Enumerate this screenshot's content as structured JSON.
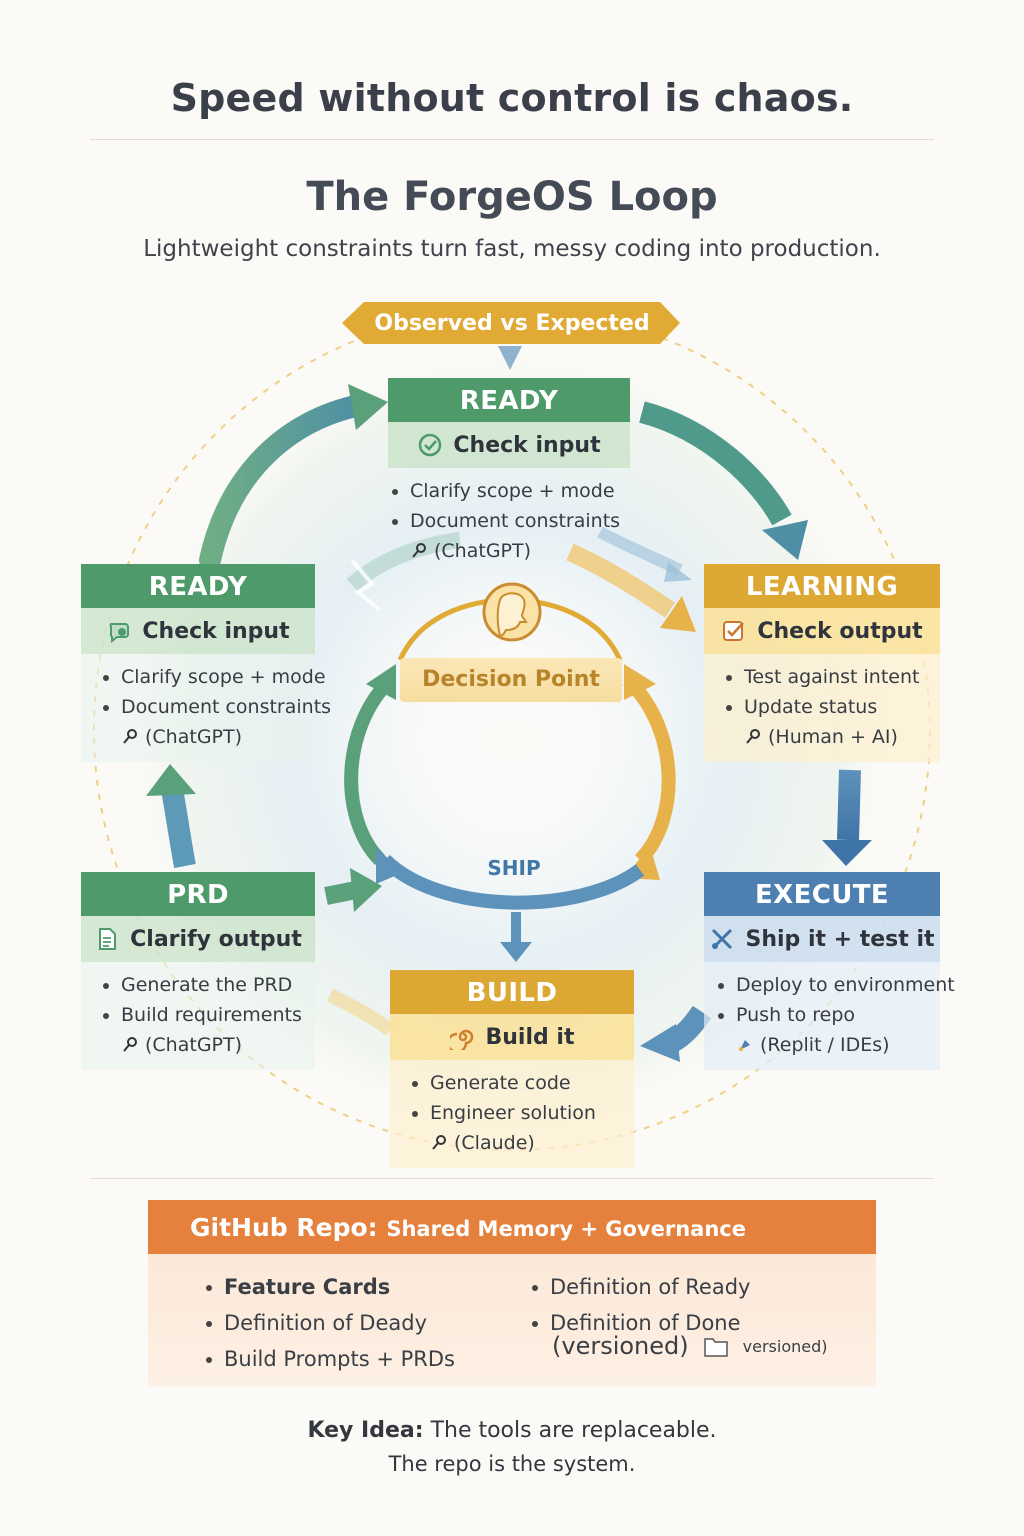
{
  "headline": "Speed without control is chaos.",
  "title": "The ForgeOS Loop",
  "subtitle": "Lightweight constraints turn fast, messy coding into production.",
  "banner": "Observed vs Expected",
  "decision_point": "Decision Point",
  "ship_label": "SHIP",
  "colors": {
    "green": "#4f9a6a",
    "yellow": "#dca833",
    "blue": "#4d7fb0",
    "orange": "#e5813c"
  },
  "cards": {
    "ready_top": {
      "header": "READY",
      "subheader": "Check input",
      "icon": "check-circle-icon",
      "items": [
        "Clarify scope + mode",
        "Document constraints"
      ],
      "tool": "(ChatGPT)"
    },
    "ready_left": {
      "header": "READY",
      "subheader": "Check input",
      "icon": "chat-bubble-icon",
      "items": [
        "Clarify scope + mode",
        "Document constraints"
      ],
      "tool": "(ChatGPT)"
    },
    "learning": {
      "header": "LEARNING",
      "subheader": "Check output",
      "icon": "checkbox-icon",
      "items": [
        "Test against intent",
        "Update status"
      ],
      "tool": "(Human + AI)"
    },
    "prd": {
      "header": "PRD",
      "subheader": "Clarify output",
      "icon": "document-icon",
      "items": [
        "Generate the PRD",
        "Build requirements"
      ],
      "tool": "(ChatGPT)"
    },
    "execute": {
      "header": "EXECUTE",
      "subheader": "Ship it + test it",
      "icon": "tools-icon",
      "items": [
        "Deploy to environment",
        "Push to repo"
      ],
      "tool": "(Replit / IDEs)"
    },
    "build": {
      "header": "BUILD",
      "subheader": "Build it",
      "icon": "spiral-icon",
      "items": [
        "Generate code",
        "Engineer solution"
      ],
      "tool": "(Claude)"
    }
  },
  "repo": {
    "title_strong": "GitHub Repo:",
    "title_rest": "Shared Memory + Governance",
    "col1": [
      "Feature Cards",
      "Definition of Deady",
      "Build Prompts + PRDs"
    ],
    "col2": [
      "Definition of Ready",
      "Definition of Done"
    ],
    "versioned": "(versioned)",
    "versioned_small": "versioned)"
  },
  "key_idea": {
    "label": "Key Idea:",
    "line1": "The tools are replaceable.",
    "line2": "The repo is the system."
  }
}
